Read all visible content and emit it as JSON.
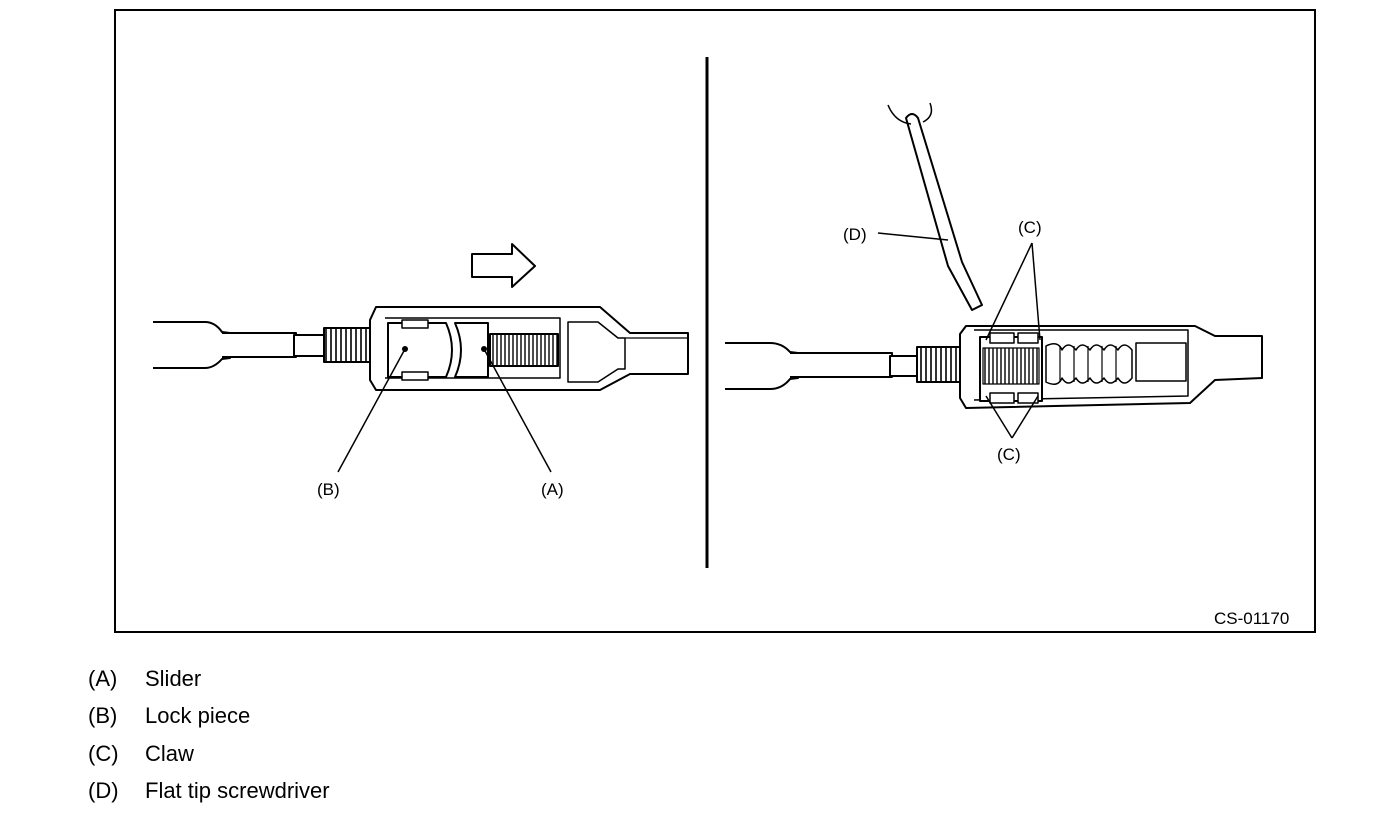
{
  "figure": {
    "code": "CS-01170",
    "callouts": {
      "a": "(A)",
      "b": "(B)",
      "c_top": "(C)",
      "c_bottom": "(C)",
      "d": "(D)"
    }
  },
  "legend": [
    {
      "key": "(A)",
      "text": "Slider"
    },
    {
      "key": "(B)",
      "text": "Lock piece"
    },
    {
      "key": "(C)",
      "text": "Claw"
    },
    {
      "key": "(D)",
      "text": "Flat tip screwdriver"
    }
  ]
}
